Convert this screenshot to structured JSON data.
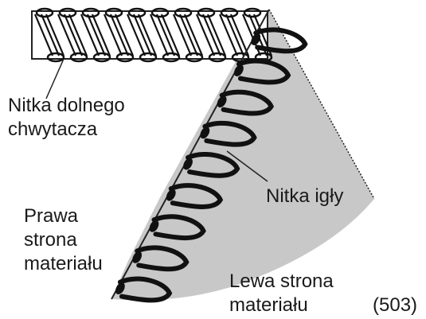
{
  "labels": {
    "looper_thread": [
      "Nitka dolnego",
      "chwytacza"
    ],
    "needle_thread": "Nitka igły",
    "right_side": [
      "Prawa",
      "strona",
      "materiału"
    ],
    "wrong_side": [
      "Lewa strona",
      "materiału"
    ],
    "figure_number": "(503)"
  },
  "colors": {
    "fabric_fill": "#c8c8c8",
    "thread": "#111111",
    "outline": "#222222"
  }
}
